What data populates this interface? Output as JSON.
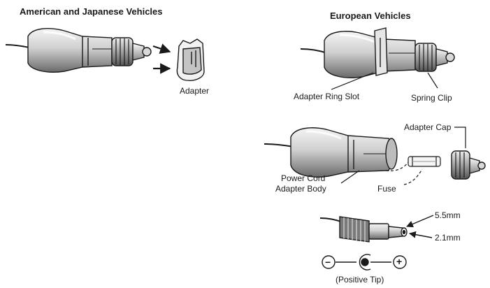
{
  "headings": {
    "left": "American and Japanese Vehicles",
    "right": "European Vehicles"
  },
  "labels": {
    "adapter": "Adapter",
    "adapter_ring_slot": "Adapter Ring Slot",
    "spring_clip": "Spring Clip",
    "adapter_cap": "Adapter Cap",
    "power_cord": "Power Cord",
    "adapter_body": "Adapter Body",
    "fuse": "Fuse",
    "size_outer": "5.5mm",
    "size_inner": "2.1mm",
    "positive_tip": "(Positive Tip)"
  },
  "polarity": {
    "negative": "−",
    "positive": "+"
  },
  "colors": {
    "ink": "#1a1a1a",
    "shade": "#9a9a9a",
    "light": "#dcdcdc"
  }
}
